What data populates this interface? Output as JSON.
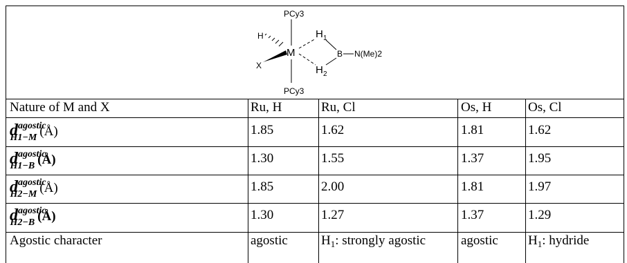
{
  "structure": {
    "phosphine": "PCy3",
    "phosphine_bottom": "PCy3",
    "h_left": "H",
    "metal": "M",
    "x_ligand": "X",
    "h1": "H",
    "h1_index": "1",
    "h2": "H",
    "h2_index": "2",
    "boron": "B",
    "amine": "N(Me)2"
  },
  "table": {
    "header": {
      "label": "Nature of M and X",
      "cols": [
        "Ru, H",
        "Ru, Cl",
        "Os, H",
        "Os, Cl"
      ]
    },
    "rows": [
      {
        "d": "d",
        "sup": "agostic",
        "sub": "H1−M",
        "unit": "(Å)",
        "values": [
          "1.85",
          "1.62",
          "1.81",
          "1.62"
        ]
      },
      {
        "d": "d",
        "sup": "agostic",
        "sub": "H1−B",
        "unit": "(Å)",
        "values": [
          "1.30",
          "1.55",
          "1.37",
          "1.95"
        ]
      },
      {
        "d": "d",
        "sup": "agostic",
        "sub": "H2−M",
        "unit": "(Å)",
        "values": [
          "1.85",
          "2.00",
          "1.81",
          "1.97"
        ]
      },
      {
        "d": "d",
        "sup": "agostic",
        "sub": "H2−B",
        "unit": "(Å)",
        "values": [
          "1.30",
          "1.27",
          "1.37",
          "1.29"
        ]
      }
    ],
    "character": {
      "label": "Agostic character",
      "values": [
        {
          "main": "agostic"
        },
        {
          "prefix": "H",
          "index": "1",
          "main": ": strongly agostic"
        },
        {
          "main": "agostic"
        },
        {
          "prefix": "H",
          "index": "1",
          "main": ": hydride"
        }
      ]
    }
  }
}
